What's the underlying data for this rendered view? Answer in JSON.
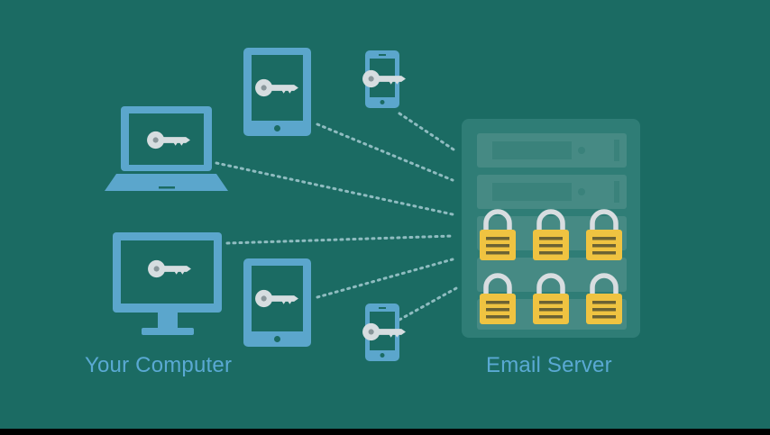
{
  "labels": {
    "left": "Your Computer",
    "right": "Email Server"
  },
  "colors": {
    "background": "#1b6b63",
    "device": "#5ba6cc",
    "screen": "#1b6b63",
    "key": "#d6dde0",
    "connector": "#8fbcc0",
    "server_body": "#2f7d76",
    "server_slot": "#468a84",
    "lock_body": "#efc341",
    "lock_shackle": "#d8dde0",
    "label": "#5aa9d3"
  },
  "devices": [
    {
      "name": "laptop",
      "key_icon": "key-icon"
    },
    {
      "name": "tablet-top",
      "key_icon": "key-icon"
    },
    {
      "name": "phone-top",
      "key_icon": "key-icon"
    },
    {
      "name": "desktop-monitor",
      "key_icon": "key-icon"
    },
    {
      "name": "tablet-bottom",
      "key_icon": "key-icon"
    },
    {
      "name": "phone-bottom",
      "key_icon": "key-icon"
    }
  ],
  "server": {
    "lock_icon": "padlock-icon",
    "lock_count": 6
  }
}
